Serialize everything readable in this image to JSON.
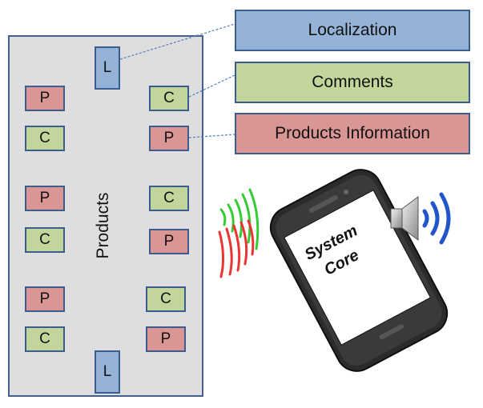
{
  "board": {
    "title": "Products",
    "boxes": {
      "l_top": "L",
      "l_bottom": "L",
      "r1_left": "P",
      "r1_right": "C",
      "r2_left": "C",
      "r2_right": "P",
      "r3_left": "P",
      "r3_right": "C",
      "r4_left": "C",
      "r4_right": "P",
      "r5_left": "P",
      "r5_right": "C",
      "r6_left": "C",
      "r6_right": "P"
    }
  },
  "legend": {
    "localization": "Localization",
    "comments": "Comments",
    "products_information": "Products Information"
  },
  "phone": {
    "line1": "System",
    "line2": "Core"
  },
  "colors": {
    "product": "#d99694",
    "comment": "#c2d69b",
    "localization": "#95b3d7",
    "wave_green": "#33cc33",
    "wave_red": "#ee3333",
    "speaker_wave": "#2255cc"
  }
}
